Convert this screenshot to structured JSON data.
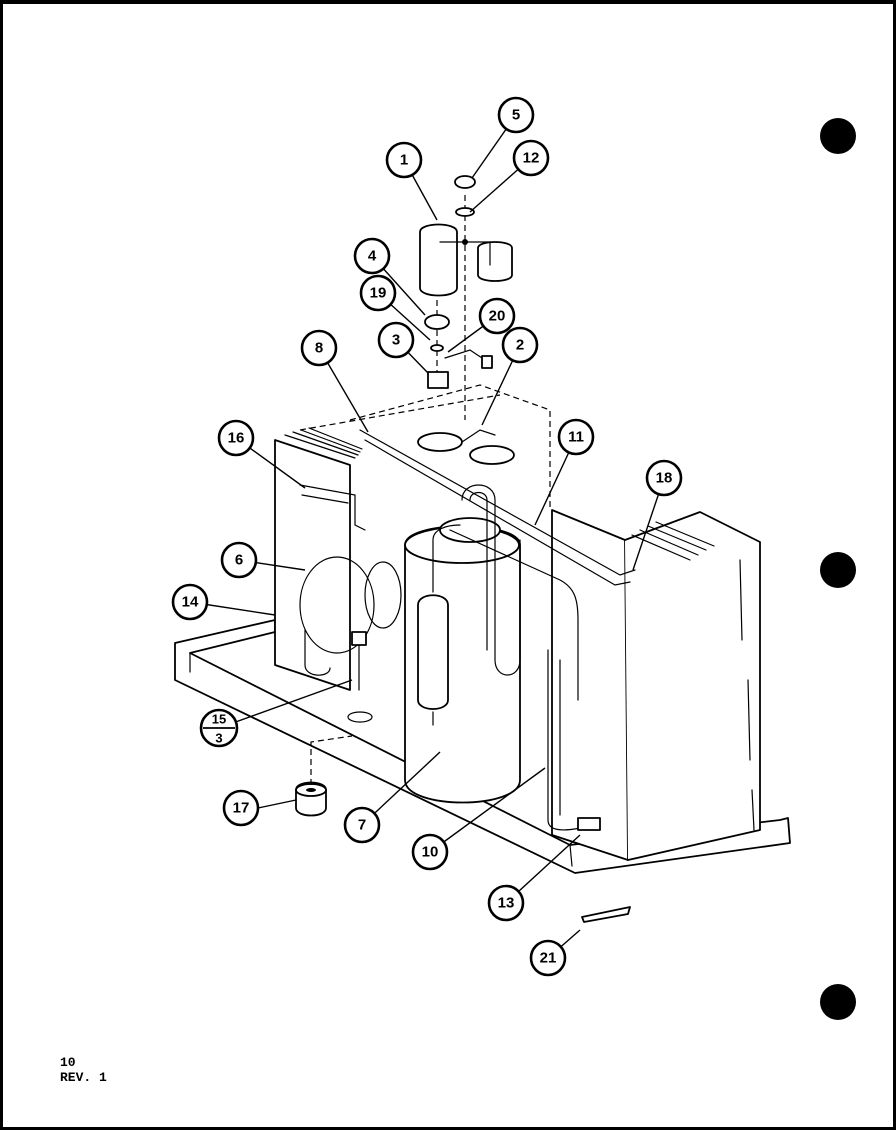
{
  "footer": {
    "page_number": "10",
    "revision": "REV. 1"
  },
  "callouts": [
    {
      "id": "c1",
      "label": "1"
    },
    {
      "id": "c2",
      "label": "2"
    },
    {
      "id": "c3",
      "label": "3"
    },
    {
      "id": "c4",
      "label": "4"
    },
    {
      "id": "c5",
      "label": "5"
    },
    {
      "id": "c6",
      "label": "6"
    },
    {
      "id": "c7",
      "label": "7"
    },
    {
      "id": "c8",
      "label": "8"
    },
    {
      "id": "c10",
      "label": "10"
    },
    {
      "id": "c11",
      "label": "11"
    },
    {
      "id": "c12",
      "label": "12"
    },
    {
      "id": "c13",
      "label": "13"
    },
    {
      "id": "c14",
      "label": "14"
    },
    {
      "id": "c16",
      "label": "16"
    },
    {
      "id": "c17",
      "label": "17"
    },
    {
      "id": "c18",
      "label": "18"
    },
    {
      "id": "c19",
      "label": "19"
    },
    {
      "id": "c20",
      "label": "20"
    },
    {
      "id": "c21",
      "label": "21"
    }
  ],
  "fraction_callout": {
    "numerator": "15",
    "denominator": "3"
  }
}
